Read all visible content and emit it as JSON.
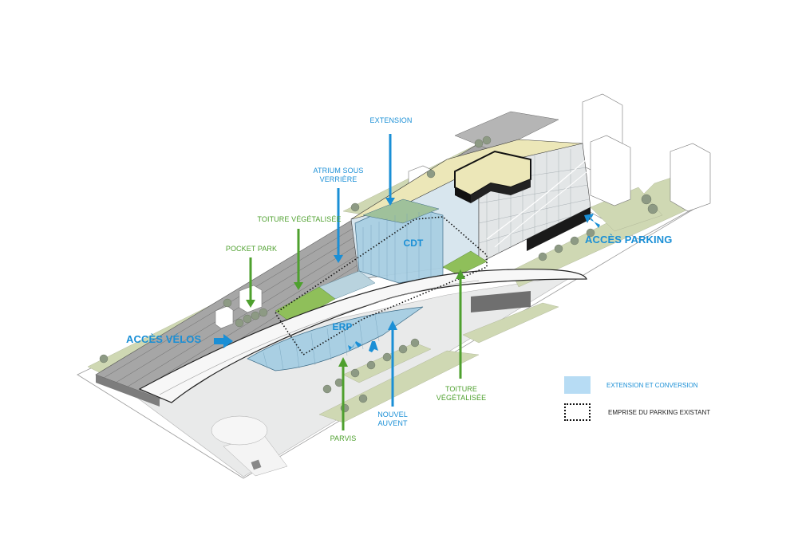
{
  "labels": {
    "extension": "EXTENSION",
    "atrium": "ATRIUM SOUS\nVERRIÈRE",
    "toiture_top": "TOITURE VÉGÉTALISÉE",
    "pocket_park": "POCKET PARK",
    "acces_velos": "ACCÈS VÉLOS",
    "acces_parking": "ACCÈS PARKING",
    "cdt": "CDT",
    "erp": "ERP",
    "parvis": "PARVIS",
    "nouvel_auvent": "NOUVEL\nAUVENT",
    "toiture_bottom": "TOITURE\nVÉGÉTALISÉE"
  },
  "legend": {
    "items": [
      {
        "label": "EXTENSION ET CONVERSION",
        "swatch": "light-blue-fill"
      },
      {
        "label": "EMPRISE DU PARKING EXISTANT",
        "swatch": "dotted-outline"
      }
    ]
  },
  "colors": {
    "blue_accent": "#1a8fd6",
    "green_accent": "#4ea02e",
    "extension_fill": "#b7dcf4",
    "glass": "#a9cfe3",
    "green_roof": "#8fbf5a",
    "lawn": "#cfd8b3",
    "rail": "#9a9a9a",
    "roof_sand": "#ece7b8"
  }
}
